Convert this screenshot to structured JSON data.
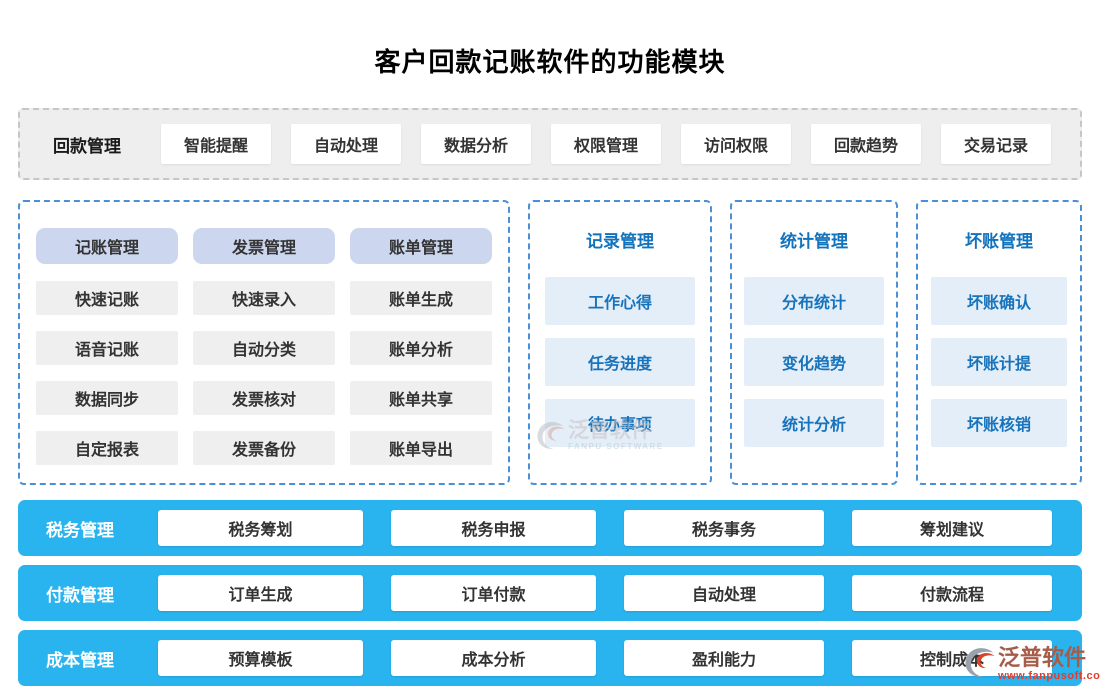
{
  "page": {
    "title": "客户回款记账软件的功能模块"
  },
  "top_bar": {
    "label": "回款管理",
    "items": [
      "智能提醒",
      "自动处理",
      "数据分析",
      "权限管理",
      "访问权限",
      "回款趋势",
      "交易记录"
    ]
  },
  "ledger_panel": {
    "columns": [
      {
        "header": "记账管理",
        "items": [
          "快速记账",
          "语音记账",
          "数据同步",
          "自定报表"
        ]
      },
      {
        "header": "发票管理",
        "items": [
          "快速录入",
          "自动分类",
          "发票核对",
          "发票备份"
        ]
      },
      {
        "header": "账单管理",
        "items": [
          "账单生成",
          "账单分析",
          "账单共享",
          "账单导出"
        ]
      }
    ]
  },
  "side_panels": [
    {
      "title": "记录管理",
      "items": [
        "工作心得",
        "任务进度",
        "待办事项"
      ]
    },
    {
      "title": "统计管理",
      "items": [
        "分布统计",
        "变化趋势",
        "统计分析"
      ]
    },
    {
      "title": "坏账管理",
      "items": [
        "坏账确认",
        "坏账计提",
        "坏账核销"
      ]
    }
  ],
  "bottom_bars": [
    {
      "label": "税务管理",
      "items": [
        "税务筹划",
        "税务申报",
        "税务事务",
        "筹划建议"
      ]
    },
    {
      "label": "付款管理",
      "items": [
        "订单生成",
        "订单付款",
        "自动处理",
        "付款流程"
      ]
    },
    {
      "label": "成本管理",
      "items": [
        "预算模板",
        "成本分析",
        "盈利能力",
        "控制成本"
      ]
    }
  ],
  "watermark": {
    "brand": "泛普软件",
    "brand_en": "FANPU SOFTWARE",
    "url": "www.fanpusoft.com"
  },
  "colors": {
    "bottom_bar_blue": "#29b4f0",
    "panel_border_blue": "#4a90d9",
    "ledger_header_bg": "#ccd7ef",
    "light_blue_button_bg": "#e4eef8",
    "blue_text": "#1273bd",
    "gray_button_bg": "#efefef",
    "top_bar_bg": "#eeeeee",
    "watermark_red": "#e23d2a"
  }
}
